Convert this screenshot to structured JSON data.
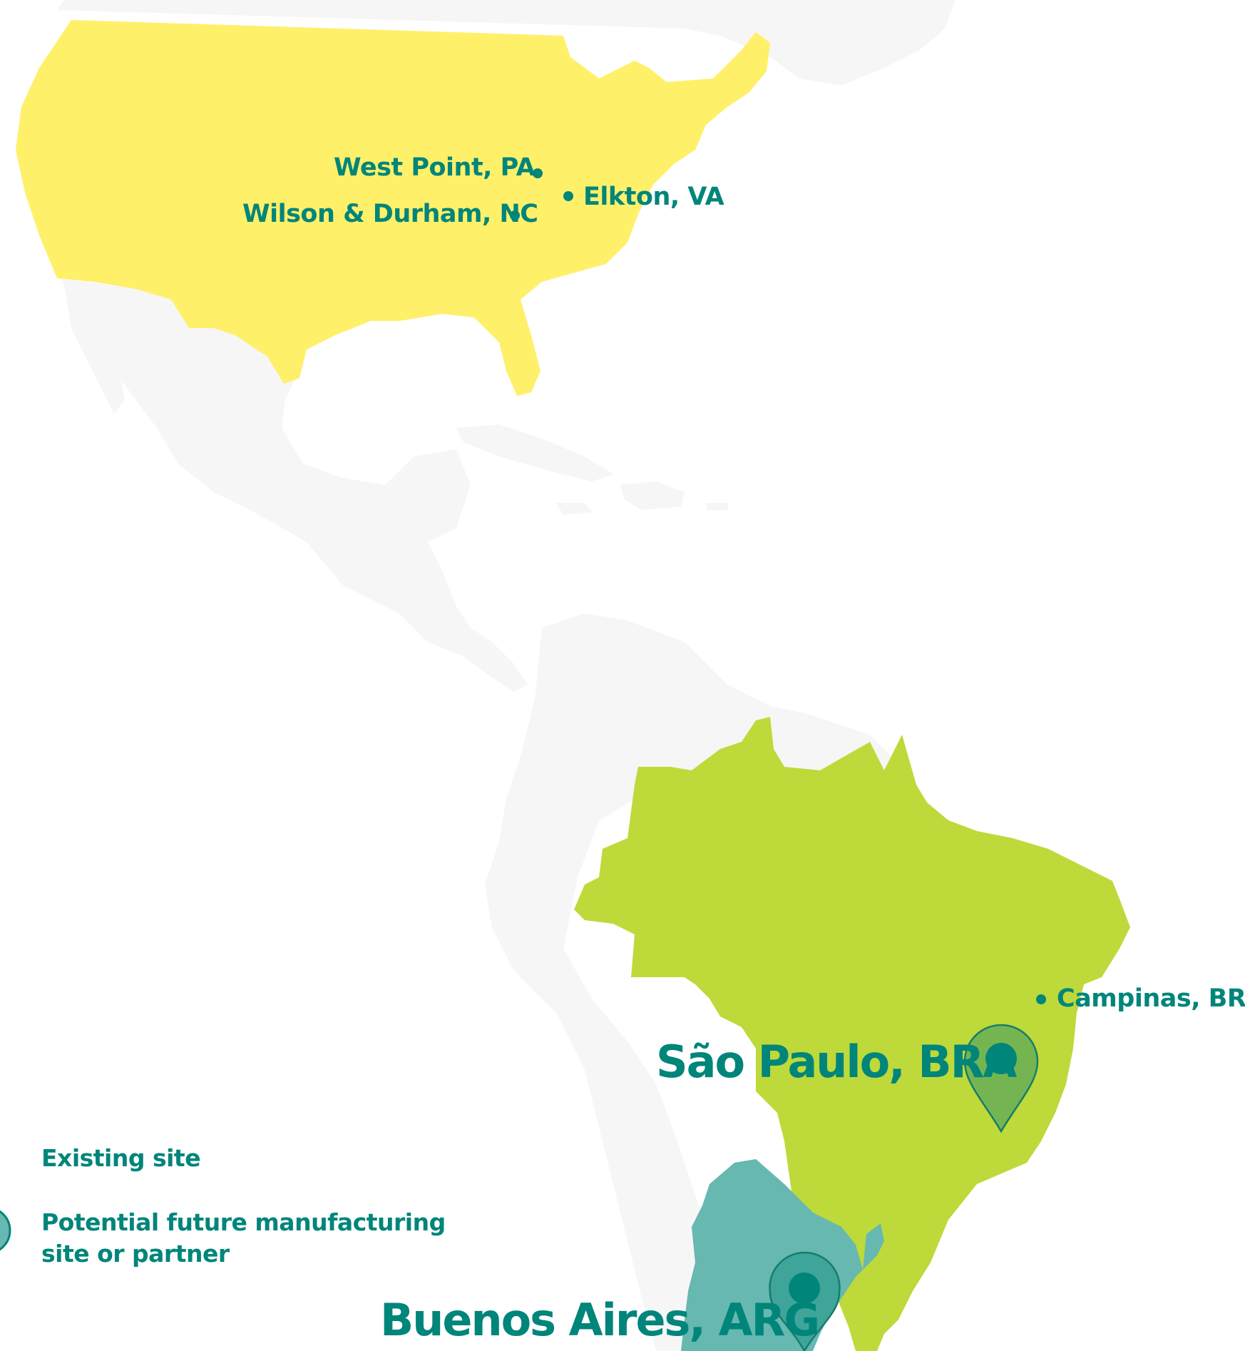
{
  "colors": {
    "land": "#f6f6f6",
    "usa": "#fff06a",
    "brazil": "#bed93a",
    "argentina": "#66b8b1",
    "text": "#00857a",
    "marker_fill_brazil": "#75b551",
    "marker_fill_argentina": "#3fa49a",
    "marker_stroke": "#157e6a"
  },
  "sites": {
    "west_point": "West Point, PA",
    "elkton": "Elkton, VA",
    "wilson_durham": "Wilson & Durham, NC",
    "campinas": "Campinas, BRA"
  },
  "future_sites": {
    "sao_paulo": "São Paulo, BRA",
    "buenos_aires": "Buenos Aires, ARG"
  },
  "legend": {
    "existing": "Existing site",
    "future_line1": "Potential future manufacturing",
    "future_line2": "site or partner"
  }
}
